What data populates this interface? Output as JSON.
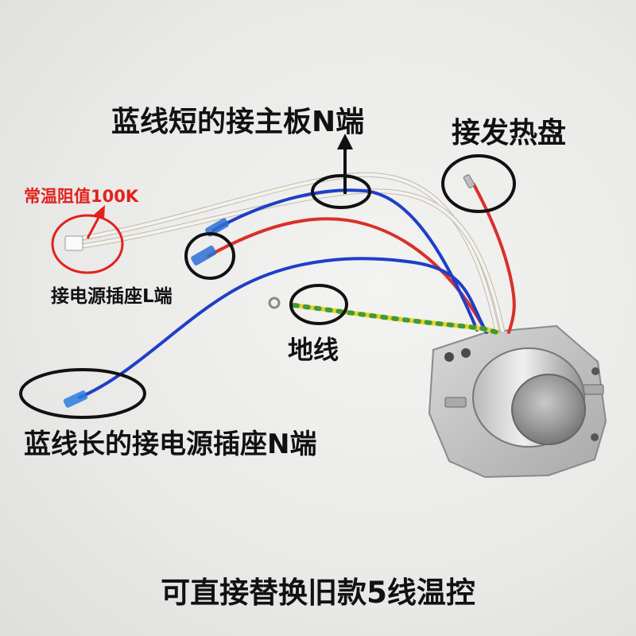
{
  "labels": {
    "blue_short": "蓝线短的接主板N端",
    "heater": "接发热盘",
    "resistance": "常温阻值100K",
    "power_l": "接电源插座L端",
    "ground": "地线",
    "blue_long": "蓝线长的接电源插座N端"
  },
  "caption": "可直接替换旧款5线温控",
  "colors": {
    "background": "#ebebe9",
    "annotation_text": "#111111",
    "resistance_text": "#e3211c",
    "blue_wire": "#1f3ec8",
    "red_wire": "#d9302a",
    "white_wire": "#f4f2ea",
    "ground_yellow": "#e7d42a",
    "ground_green": "#3e9a3a"
  }
}
